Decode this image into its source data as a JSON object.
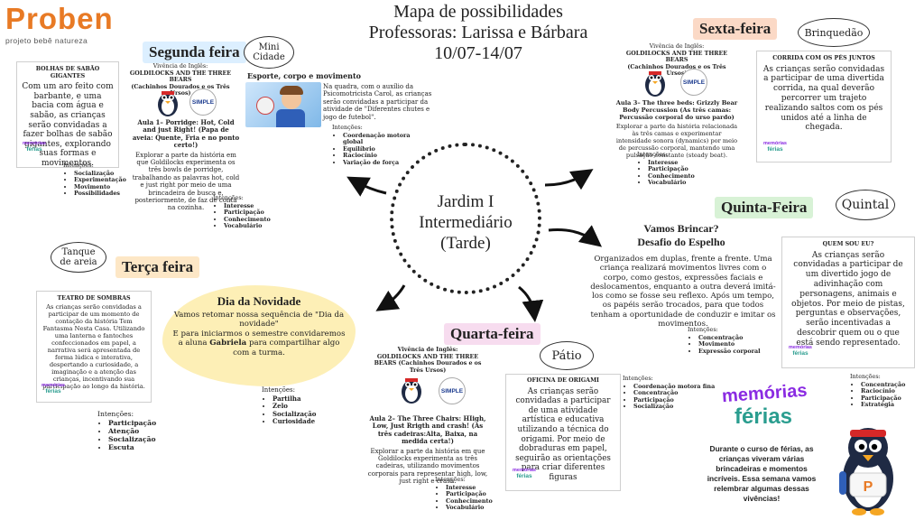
{
  "logo": {
    "name": "Proben",
    "tagline": "projeto bebê natureza"
  },
  "header": {
    "line1": "Mapa de possibilidades",
    "line2": "Professoras: Larissa e Bárbara",
    "line3": "10/07-14/07"
  },
  "center": {
    "line1": "Jardim I",
    "line2": "Intermediário",
    "line3": "(Tarde)"
  },
  "badges": {
    "memorias": "memórias",
    "ferias": "férias",
    "simple": "SIMPLE",
    "mascot_letter": "P"
  },
  "segunda": {
    "day": "Segunda feira",
    "place": "Mini Cidade",
    "bolhas": {
      "title": "BOLHAS DE SABÃO GIGANTES",
      "text": "Com um aro feito com barbante, e uma bacia com água e sabão, as crianças serão convidadas a fazer bolhas de sabão gigantes, explorando suas formas e movimentos.",
      "int_title": "Intenções:",
      "int": [
        "Socialização",
        "Experimentação",
        "Movimento",
        "Possibilidades"
      ]
    },
    "ingles": {
      "title1": "Vivência de Inglês:",
      "title2": "GOLDILOCKS AND THE THREE BEARS",
      "title3": "(Cachinhos Dourados e os Três Ursos)",
      "aula": "Aula 1– Porridge: Hot, Cold and just Right! (Papa de aveia: Quente, Fria e no ponto certo!)",
      "text": "Explorar a parte da história em que Goldilocks experimenta os três bowls de porridge, trabalhando as palavras hot, cold e just right por meio de uma brincadeira de busca e, posteriormente, de faz de conta na cozinha.",
      "int_title": "Intenções:",
      "int": [
        "Interesse",
        "Participação",
        "Conhecimento",
        "Vocabulário"
      ]
    },
    "esporte": {
      "title": "Esporte, corpo e movimento",
      "text": "Na quadra, com o auxílio da Psicomotricista Carol, as crianças serão convidadas a participar da atividade de \"Diferentes chutes e jogo de futebol\".",
      "int_title": "Intenções:",
      "int": [
        "Coordenação motora global",
        "Equilíbrio",
        "Raciocínio",
        "Variação de força"
      ]
    }
  },
  "terca": {
    "day": "Terça feira",
    "place": "Tanque de areia",
    "teatro": {
      "title": "TEATRO DE SOMBRAS",
      "text": "As crianças serão convidadas a participar de um momento de contação da história Tem Fantasma Nesta Casa. Utilizando uma lanterna e fantoches confeccionados em papel, a narrativa será apresentada de forma lúdica e interativa, despertando a curiosidade, a imaginação e a atenção das crianças, incentivando sua participação ao longo da história.",
      "int_title": "Intenções:",
      "int": [
        "Participação",
        "Atenção",
        "Socialização",
        "Escuta"
      ]
    },
    "novidade": {
      "title": "Dia da Novidade",
      "text1": "Vamos retomar nossa sequência de \"Dia da novidade\"",
      "text2a": "E para iniciarmos o semestre convidaremos a aluna ",
      "name": "Gabriela",
      "text2b": " para compartilhar algo com a turma.",
      "int_title": "Intenções:",
      "int": [
        "Partilha",
        "Zelo",
        "Socialização",
        "Curiosidade"
      ]
    }
  },
  "quarta": {
    "day": "Quarta-feira",
    "place": "Pátio",
    "ingles": {
      "title1": "Vivência de Inglês:",
      "title2": "GOLDILOCKS AND THE THREE BEARS (Cachinhos Dourados e os Três Ursos)",
      "aula": "Aula 2– The Three Chairs: HIigh, Low, Just Rrigth and crash! (As três cadeiras:Alta, Baixa, na medida certa!)",
      "text": "Explorar a parte da história em que Goldilocks experimenta as três cadeiras, utilizando movimentos corporais para representar high, low, just right e crash.",
      "int_title": "Intenções:",
      "int": [
        "Interesse",
        "Participação",
        "Conhecimento",
        "Vocabulário"
      ]
    },
    "origami": {
      "title": "OFICINA DE ORIGAMI",
      "text": "As crianças serão convidadas a participar de uma atividade artística e educativa utilizando a técnica do origami. Por meio de dobraduras em papel, seguirão as orientações para criar diferentes figuras",
      "int_title": "Intenções:",
      "int": [
        "Coordenação motora fina",
        "Concentração",
        "Participação",
        "Socialização"
      ]
    }
  },
  "quinta": {
    "day": "Quinta-Feira",
    "place": "Quintal",
    "espelho": {
      "title1": "Vamos Brincar?",
      "title2": "Desafio do Espelho",
      "text": "Organizados em duplas, frente a frente. Uma criança realizará movimentos livres com o corpo, como gestos, expressões faciais e deslocamentos, enquanto a outra deverá imitá-los como se fosse seu reflexo. Após um tempo, os papéis serão trocados, para que todos tenham a oportunidade de conduzir e imitar os movimentos.",
      "int_title": "Intenções:",
      "int": [
        "Concentração",
        "Movimento",
        "Expressão corporal"
      ]
    },
    "quem": {
      "title": "QUEM SOU EU?",
      "text": "As crianças serão convidadas a participar de um divertido jogo de adivinhação com personagens, animais e objetos. Por meio de pistas, perguntas e observações, serão incentivadas a descobrir quem ou o que está sendo representado.",
      "int_title": "Intenções:",
      "int": [
        "Concentração",
        "Raciocínio",
        "Participação",
        "Estratégia"
      ]
    }
  },
  "sexta": {
    "day": "Sexta-feira",
    "place": "Brinquedão",
    "ingles": {
      "title1": "Vivência de Inglês:",
      "title2": "GOLDILOCKS AND THE THREE BEARS",
      "title3": "(Cachinhos Dourados e os Três Ursos)",
      "aula": "Aula 3– The three beds: Grizzly Bear Body Percussion (As três camas: Percussão corporal do urso pardo)",
      "text": "Explorar a parte da história relacionada às três camas e experimentar intensidade sonora (dynamics) por meio de percussão corporal, mantendo uma pulsação constante (steady beat).",
      "int_title": "Intenções:",
      "int": [
        "Interesse",
        "Participação",
        "Conhecimento",
        "Vocabulário"
      ]
    },
    "corrida": {
      "title": "CORRIDA COM OS PÉS JUNTOS",
      "text": "As crianças serão convidadas a participar de uma divertida corrida, na qual deverão percorrer um trajeto realizando saltos com os pés unidos até a linha de chegada."
    }
  },
  "memorias": {
    "text": "Durante o curso de férias, as crianças viveram várias brincadeiras e momentos incríveis. Essa semana vamos relembrar algumas dessas vivências!"
  },
  "colors": {
    "segunda": "#dcefff",
    "terca": "#fde7c6",
    "quarta": "#f7dcef",
    "quinta": "#d8f2d6",
    "sexta": "#fbd9c6",
    "novidade": "#fdefb6",
    "logo": "#e87a25"
  }
}
